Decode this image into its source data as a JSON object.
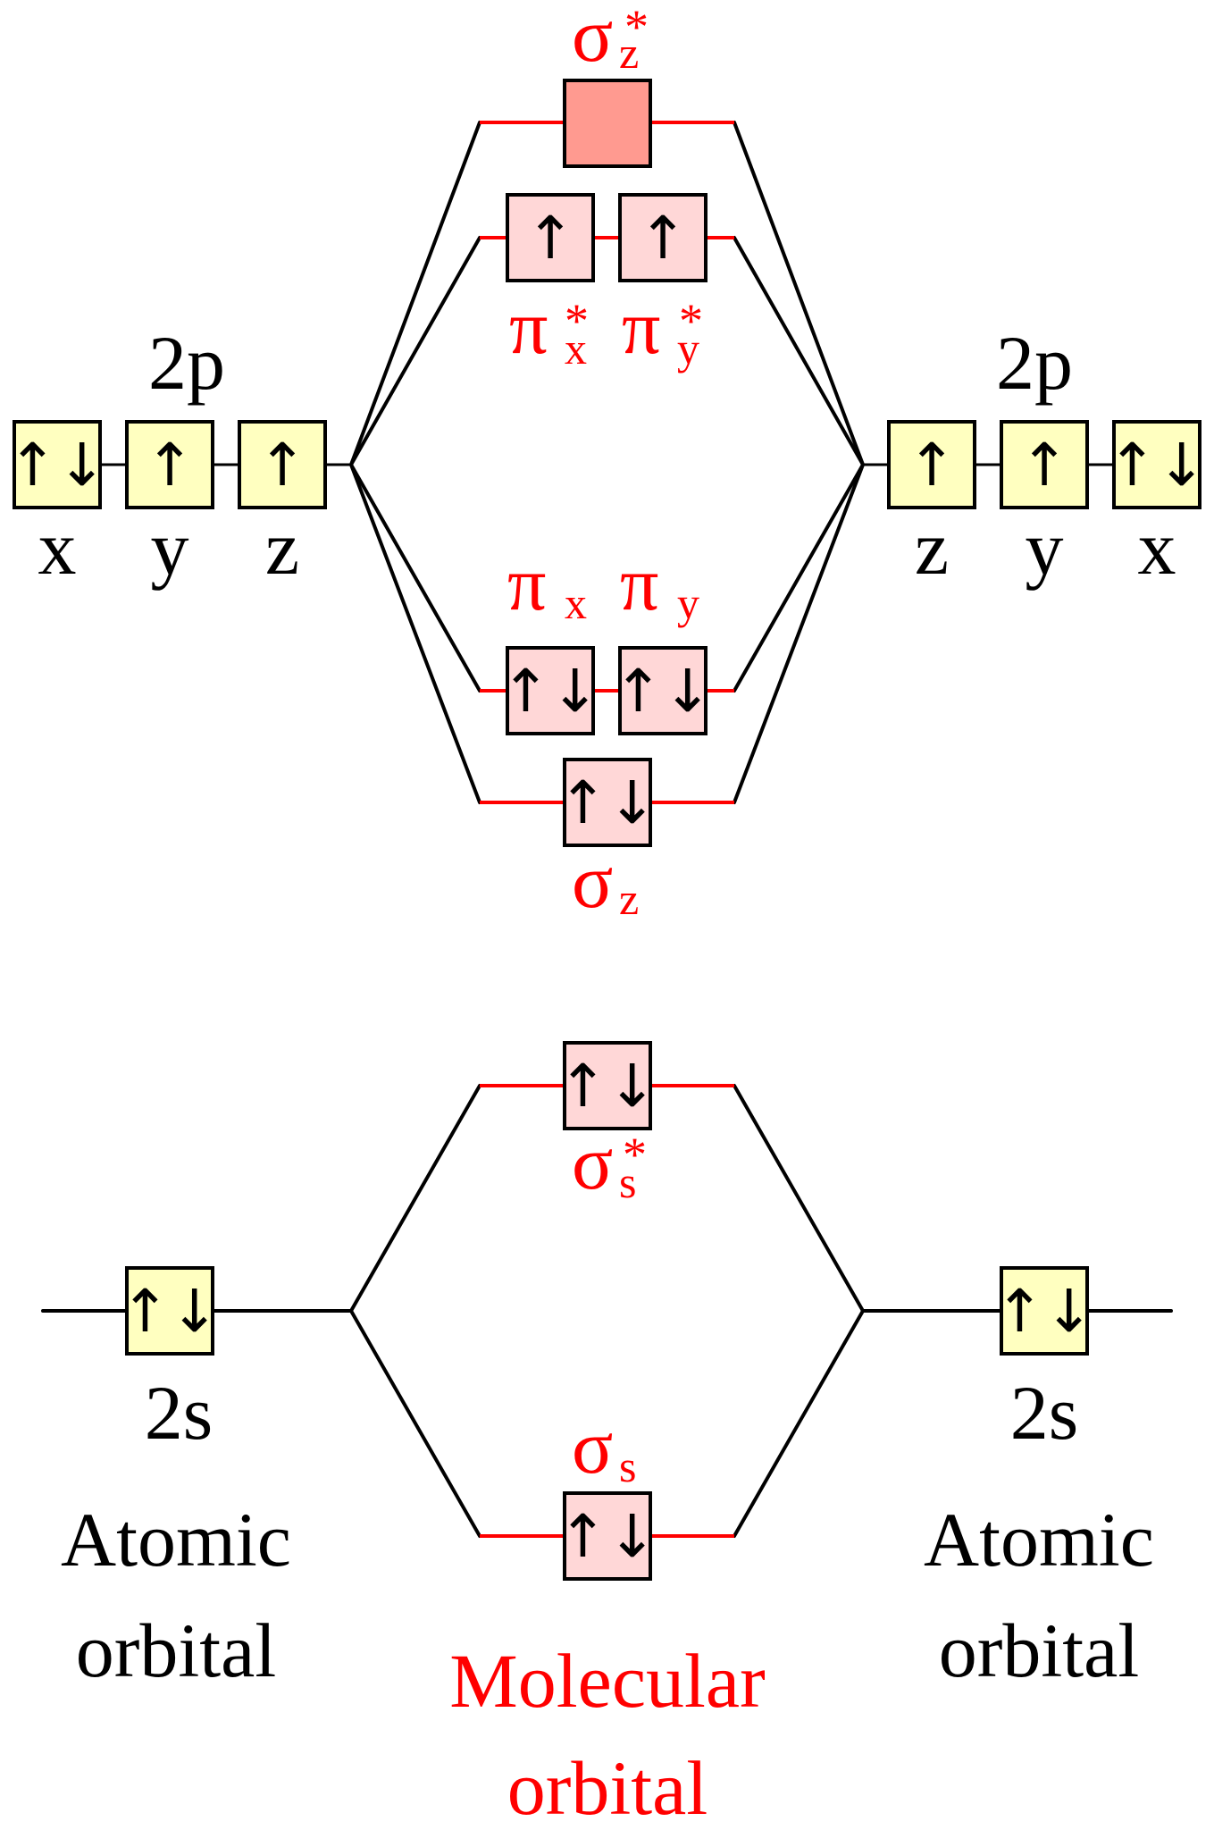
{
  "colors": {
    "atomic_box_fill": "#ffffc0",
    "mo_box_fill": "#ffd7d7",
    "empty_mo_box_fill": "#ff9a90",
    "mo_line": "#ff0000",
    "connector": "#000000",
    "mo_label": "#ff0000",
    "ao_label": "#000000"
  },
  "left": {
    "p_label": "2p",
    "p_orbitals": [
      {
        "axis": "x",
        "electrons": "↑↓"
      },
      {
        "axis": "y",
        "electrons": "↑"
      },
      {
        "axis": "z",
        "electrons": "↑"
      }
    ],
    "s_label": "2s",
    "s_electrons": "↑↓",
    "caption_line1": "Atomic",
    "caption_line2": "orbital"
  },
  "right": {
    "p_label": "2p",
    "p_orbitals": [
      {
        "axis": "z",
        "electrons": "↑"
      },
      {
        "axis": "y",
        "electrons": "↑"
      },
      {
        "axis": "x",
        "electrons": "↑↓"
      }
    ],
    "s_label": "2s",
    "s_electrons": "↑↓",
    "caption_line1": "Atomic",
    "caption_line2": "orbital"
  },
  "molecular": {
    "sigma_z_star": {
      "symbol": "σ",
      "subscript": "z",
      "superscript": "*",
      "electrons": ""
    },
    "pi_x_star": {
      "symbol": "π",
      "subscript": "x",
      "superscript": "*",
      "electrons": "↑"
    },
    "pi_y_star": {
      "symbol": "π",
      "subscript": "y",
      "superscript": "*",
      "electrons": "↑"
    },
    "pi_x": {
      "symbol": "π",
      "subscript": "x",
      "electrons": "↑↓"
    },
    "pi_y": {
      "symbol": "π",
      "subscript": "y",
      "electrons": "↑↓"
    },
    "sigma_z": {
      "symbol": "σ",
      "subscript": "z",
      "electrons": "↑↓"
    },
    "sigma_s_star": {
      "symbol": "σ",
      "subscript": "s",
      "superscript": "*",
      "electrons": "↑↓"
    },
    "sigma_s": {
      "symbol": "σ",
      "subscript": "s",
      "electrons": "↑↓"
    },
    "caption_line1": "Molecular",
    "caption_line2": "orbital"
  }
}
